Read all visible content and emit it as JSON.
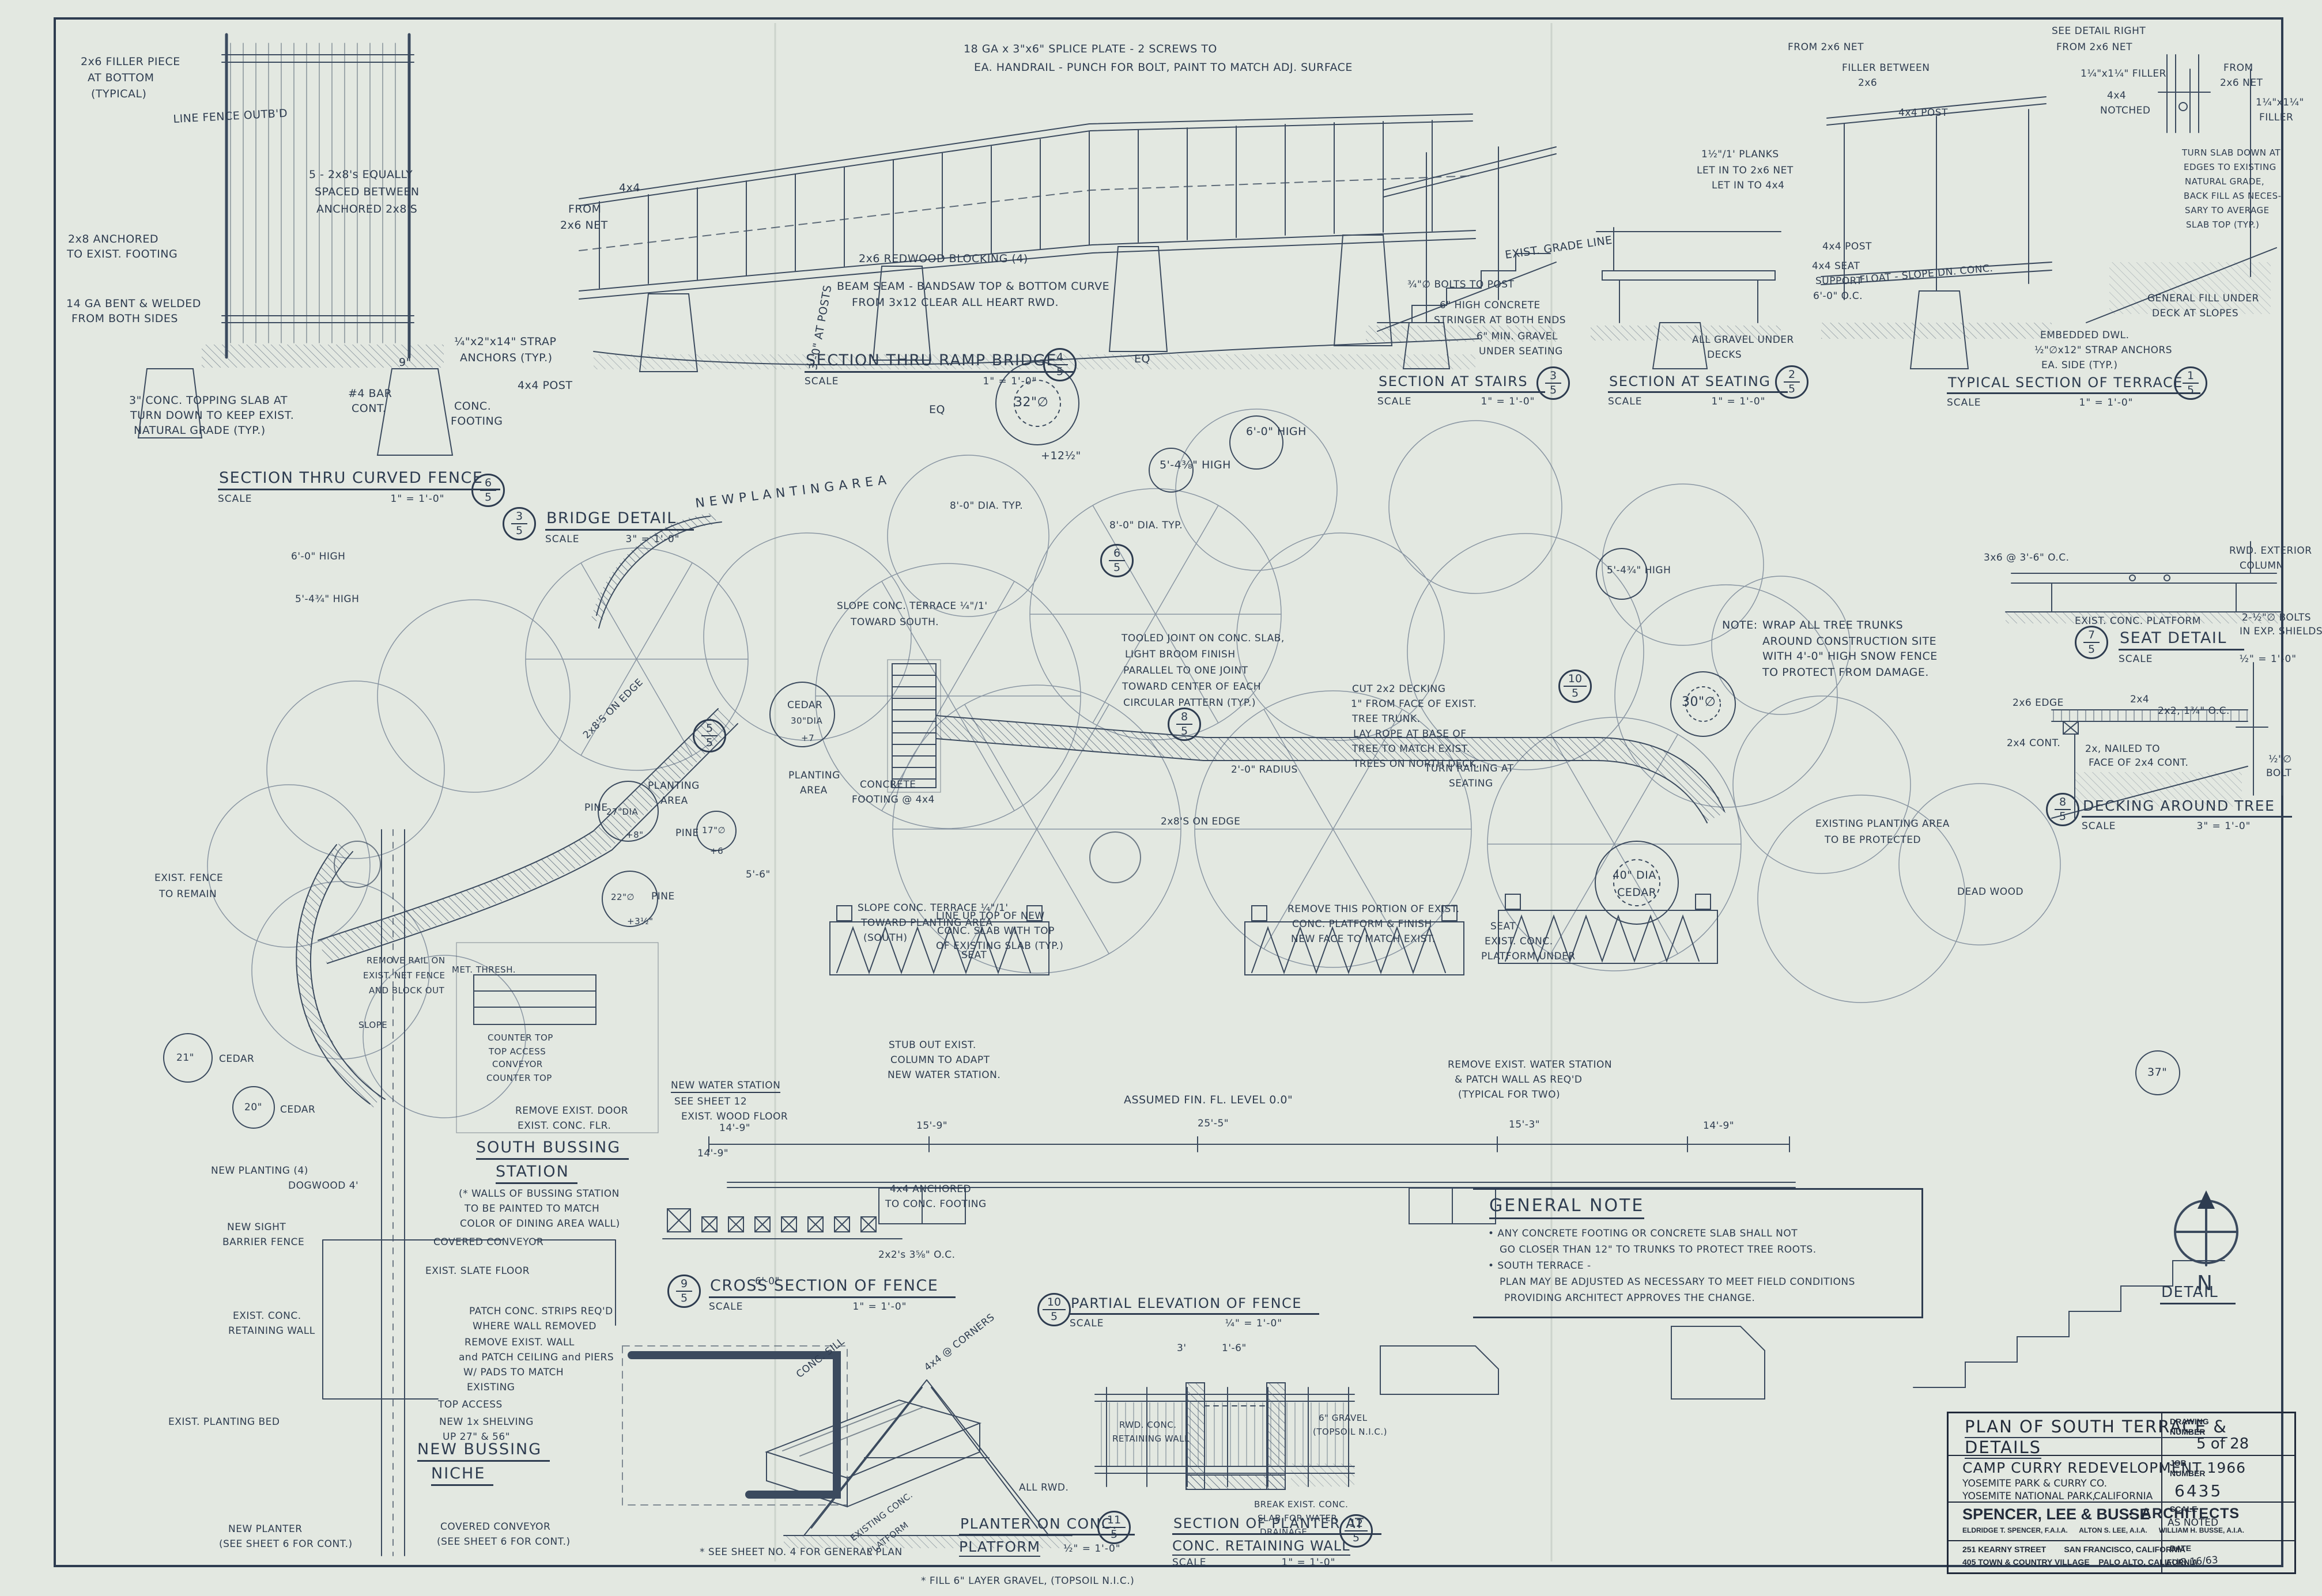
{
  "tb": {
    "title_line1": "PLAN OF SOUTH TERRACE &",
    "title_line2": "DETAILS",
    "drawing_label1": "DRAWING",
    "drawing_label2": "NUMBER",
    "drawing_number": "5 of 28",
    "project": "CAMP CURRY REDEVELOPMENT 1966",
    "client": "YOSEMITE PARK & CURRY CO.",
    "location": "YOSEMITE NATIONAL PARK,",
    "state": "CALIFORNIA",
    "job_label1": "JOB",
    "job_label2": "NUMBER",
    "job_number": "6435",
    "firm": "SPENCER, LEE & BUSSE",
    "firm_sep": "·",
    "firm2": "ARCHITECTS",
    "principals": "ELDRIDGE T. SPENCER, F.A.I.A.      ALTON S. LEE, A.I.A.      WILLIAM H. BUSSE, A.I.A.",
    "scale_label": "SCALE",
    "scale_value": "AS NOTED",
    "address1": "251 KEARNY STREET        SAN FRANCISCO, CALIFORNIA",
    "address2": "405 TOWN & COUNTRY VILLAGE    PALO ALTO, CALIFORNIA",
    "date_label": "DATE",
    "date_value": "AUG 16/63"
  },
  "north": "N",
  "sections": [
    {
      "t": "SECTION THRU CURVED FENCE",
      "sl": "SCALE",
      "sv": "1\" = 1'-0\"",
      "bt": "6",
      "bb": "5"
    },
    {
      "t": "SECTION THRU RAMP BRIDGE",
      "sl": "SCALE",
      "sv": "1\" = 1'-0\"",
      "bt": "4",
      "bb": "5"
    },
    {
      "t": "BRIDGE DETAIL",
      "sl": "SCALE",
      "sv": "3\" = 1'-0\"",
      "bt": "3",
      "bb": "5"
    },
    {
      "t": "SECTION AT STAIRS",
      "sl": "SCALE",
      "sv": "1\" = 1'-0\"",
      "bt": "3",
      "bb": "5"
    },
    {
      "t": "SECTION AT SEATING",
      "sl": "SCALE",
      "sv": "1\" = 1'-0\"",
      "bt": "2",
      "bb": "5"
    },
    {
      "t": "TYPICAL SECTION OF TERRACE",
      "sl": "SCALE",
      "sv": "1\" = 1'-0\"",
      "bt": "1",
      "bb": "5"
    },
    {
      "t": "SEAT DETAIL",
      "sl": "SCALE",
      "sv": "½\" = 1'-0\"",
      "bt": "7",
      "bb": "5"
    },
    {
      "t": "DECKING AROUND TREE",
      "sl": "SCALE",
      "sv": "3\" = 1'-0\"",
      "bt": "8",
      "bb": "5"
    },
    {
      "t": "CROSS SECTION OF FENCE",
      "sl": "SCALE",
      "sv": "1\" = 1'-0\"",
      "bt": "9",
      "bb": "5"
    },
    {
      "t": "PARTIAL ELEVATION OF FENCE",
      "sl": "SCALE",
      "sv": "¼\" = 1'-0\"",
      "bt": "10",
      "bb": "5"
    },
    {
      "t": "PLANTER ON CONC.",
      "t2": "PLATFORM",
      "sv": "½\" = 1'-0\"",
      "bt": "11",
      "bb": "5"
    },
    {
      "t": "SECTION OF PLANTER AT",
      "t2": "CONC. RETAINING WALL",
      "sl": "SCALE",
      "sv": "1\" = 1'-0\"",
      "bt": "12",
      "bb": "5"
    },
    {
      "t": "DETAIL"
    }
  ],
  "fl": [
    {
      "bt": "8",
      "bb": "5"
    },
    {
      "bt": "5",
      "bb": "5"
    },
    {
      "bt": "6",
      "bb": "5"
    },
    {
      "bt": "10",
      "bb": "5"
    }
  ],
  "gn": {
    "title": "GENERAL NOTE",
    "lines": [
      "• ANY CONCRETE FOOTING OR CONCRETE SLAB SHALL NOT",
      "GO CLOSER THAN 12\" TO TRUNKS TO PROTECT TREE ROOTS.",
      "• SOUTH TERRACE -",
      "PLAN MAY BE ADJUSTED AS NECESSARY TO MEET FIELD CONDITIONS",
      "PROVIDING ARCHITECT APPROVES THE CHANGE."
    ]
  },
  "tn": [
    "NOTE:",
    "WRAP ALL TREE TRUNKS",
    "AROUND CONSTRUCTION SITE",
    "WITH 4'-0\" HIGH SNOW FENCE",
    "TO PROTECT FROM DAMAGE."
  ],
  "tl": [
    "2x6 FILLER PIECE",
    "AT BOTTOM",
    "(TYPICAL)",
    "LINE FENCE OUTB'D",
    "5 - 2x8's EQUALLY",
    "SPACED BETWEEN",
    "ANCHORED 2x8'S",
    "2x8 ANCHORED",
    "TO EXIST. FOOTING",
    "14 GA BENT & WELDED",
    "FROM BOTH SIDES",
    "3\" CONC. TOPPING SLAB AT",
    "TURN DOWN TO KEEP EXIST.",
    "NATURAL GRADE (TYP.)"
  ],
  "br": [
    "FROM",
    "2x6 NET",
    "4x4",
    "3'-0\" AT POSTS",
    "18 GA x 3\"x6\" SPLICE PLATE - 2 SCREWS TO",
    "EA. HANDRAIL - PUNCH FOR BOLT, PAINT TO MATCH ADJ. SURFACE",
    "EQ",
    "EQ",
    "2x6 REDWOOD BLOCKING (4)",
    "BEAM SEAM - BANDSAW TOP & BOTTOM CURVE",
    "FROM 3x12 CLEAR ALL HEART RWD.",
    "¼\"x2\"x14\" STRAP",
    "ANCHORS (TYP.)",
    "9\"",
    "4x4 POST",
    "#4 BAR",
    "CONT.",
    "CONC.",
    "FOOTING",
    "5'-4⅜\" HIGH",
    "6'-0\" HIGH",
    "32\"∅",
    "+12½\""
  ],
  "rt": [
    "EXIST. GRADE LINE",
    "6\" HIGH CONCRETE",
    "STRINGER AT BOTH ENDS",
    "6\" MIN. GRAVEL",
    "UNDER SEATING",
    "¾\"∅ BOLTS TO POST",
    "1½\"/1' PLANKS",
    "LET IN TO 2x6 NET",
    "LET IN TO 4x4",
    "4x4 POST",
    "FILLER BETWEEN",
    "2x6",
    "FROM 2x6 NET",
    "SEE DETAIL RIGHT",
    "FROM 2x6 NET",
    "1¼\"x1¼\" FILLER",
    "4x4 POST",
    "4x4 SEAT",
    "SUPPORT",
    "6'-0\" O.C.",
    "FLOAT - SLOPE DN. CONC.",
    "ALL GRAVEL UNDER",
    "DECKS",
    "GENERAL FILL UNDER",
    "DECK AT SLOPES",
    "EMBEDDED DWL.",
    "½\"∅x12\" STRAP ANCHORS",
    "EA. SIDE (TYP.)",
    "TURN SLAB DOWN AT",
    "EDGES TO EXISTING",
    "NATURAL GRADE,",
    "BACK FILL AS NECES-",
    "SARY TO AVERAGE",
    "SLAB TOP (TYP.)",
    "4x4",
    "NOTCHED",
    "FROM",
    "2x6 NET",
    "1¼\"x1¼\"",
    "FILLER"
  ],
  "sd": [
    "3x6 @ 3'-6\" O.C.",
    "RWD. EXTERIOR",
    "COLUMN",
    "2-½\"∅ BOLTS",
    "IN EXP. SHIELDS",
    "EXIST. CONC. PLATFORM",
    "2x6 EDGE",
    "2x4",
    "2x2, 1¾\" O.C.",
    "2x4 CONT.",
    "2x, NAILED TO",
    "FACE OF 2x4 CONT.",
    "½\"∅",
    "BOLT"
  ],
  "pl": [
    "N E W    P L A N T I N G    A R E A",
    "8'-0\" DIA. TYP.",
    "8'-0\" DIA. TYP.",
    "6'-0\" HIGH",
    "5'-4¾\" HIGH",
    "5'-4¾\" HIGH",
    "SLOPE CONC. TERRACE ¼\"/1'",
    "TOWARD SOUTH.",
    "TOOLED JOINT ON CONC. SLAB,",
    "LIGHT BROOM FINISH",
    "PARALLEL TO ONE JOINT",
    "TOWARD CENTER OF EACH",
    "CIRCULAR PATTERN (TYP.)",
    "CUT 2x2 DECKING",
    "1\" FROM FACE OF EXIST.",
    "TREE TRUNK.",
    "LAY ROPE AT BASE OF",
    "TREE TO MATCH EXIST.",
    "TREES ON NORTH DECK,",
    "2'-0\" RADIUS",
    "TURN RAILING AT",
    "SEATING",
    "2x8'S ON EDGE",
    "2x8'S ON EDGE",
    "PLANTING",
    "AREA",
    "PINE",
    "27\"DIA",
    "+8\"",
    "PINE",
    "17\"∅",
    "+6",
    "CEDAR",
    "30\"DIA",
    "+7",
    "PLANTING",
    "AREA",
    "CONCRETE",
    "FOOTING @ 4x4",
    "PINE",
    "22\"∅",
    "+3½\"",
    "SLOPE CONC. TERRACE ¼\"/1'",
    "TOWARD PLANTING AREA",
    "(SOUTH)",
    "LINE UP TOP OF NEW",
    "CONC. SLAB WITH TOP",
    "OF EXISTING SLAB (TYP.)",
    "REMOVE THIS PORTION OF EXIST.",
    "CONC. PLATFORM & FINISH",
    "NEW FACE TO MATCH EXIST.",
    "SEAT",
    "SEAT",
    "EXIST. CONC.",
    "PLATFORM UNDER",
    "STUB OUT EXIST.",
    "COLUMN TO ADAPT",
    "NEW WATER STATION.",
    "REMOVE EXIST. WATER STATION",
    "& PATCH WALL AS REQ'D",
    "(TYPICAL FOR TWO)",
    "NEW WATER STATION",
    "SEE SHEET 12",
    "EXIST. WOOD FLOOR",
    "ASSUMED FIN. FL. LEVEL 0.0\"",
    "EXISTING PLANTING AREA",
    "TO BE PROTECTED",
    "DEAD WOOD",
    "EXIST. FENCE",
    "TO REMAIN",
    "REMOVE RAIL ON",
    "EXIST. NET FENCE",
    "AND BLOCK OUT",
    "MET. THRESH.",
    "SLOPE",
    "30\"∅",
    "40\" DIA",
    "CEDAR",
    "37\"",
    "5'-6\""
  ],
  "dm": [
    "14'-9\"",
    "15'-9\"",
    "25'-5\"",
    "15'-3\"",
    "14'-9\"",
    "14'-9\"",
    "6'-0\"",
    "3'",
    "1'-6\""
  ],
  "bl": [
    "SOUTH BUSSING",
    "STATION",
    "(* WALLS OF BUSSING STATION",
    "TO BE PAINTED TO MATCH",
    "COLOR OF DINING AREA WALL)",
    "COVERED CONVEYOR",
    "EXIST. SLATE FLOOR",
    "EXIST. CONC.",
    "RETAINING WALL",
    "PATCH CONC. STRIPS REQ'D",
    "WHERE WALL REMOVED",
    "REMOVE EXIST. WALL",
    "and PATCH CEILING and PIERS",
    "W/ PADS TO MATCH",
    "EXISTING",
    "TOP ACCESS",
    "NEW 1x SHELVING",
    "UP 27\" & 56\"",
    "NEW BUSSING",
    "NICHE",
    "EXIST. PLANTING BED",
    "NEW PLANTER",
    "(SEE SHEET 6 FOR CONT.)",
    "COVERED CONVEYOR",
    "(SEE SHEET 6 FOR CONT.)",
    "COUNTER TOP",
    "TOP ACCESS",
    "CONVEYOR",
    "COUNTER TOP",
    "REMOVE EXIST. DOOR",
    "EXIST. CONC. FLR.",
    "NEW PLANTING (4)",
    "DOGWOOD 4'",
    "NEW SIGHT",
    "BARRIER FENCE",
    "21\"",
    "CEDAR",
    "20\"",
    "CEDAR"
  ],
  "bc": [
    "4x4 ANCHORED",
    "TO CONC. FOOTING",
    "2x2's 3⅝\" O.C.",
    "CONC. SILL",
    "4x4 @ CORNERS",
    "ALL RWD.",
    "EXISTING CONC.",
    "PLATFORM",
    "* SEE SHEET NO. 4 FOR GENERAL PLAN",
    "* FILL 6\" LAYER GRAVEL, (TOPSOIL N.I.C.)",
    "BREAK EXIST. CONC.",
    "SLAB FOR WATER",
    "DRAINAGE",
    "6\" GRAVEL",
    "(TOPSOIL N.I.C.)",
    "RWD. CONC.",
    "RETAINING WALL"
  ]
}
